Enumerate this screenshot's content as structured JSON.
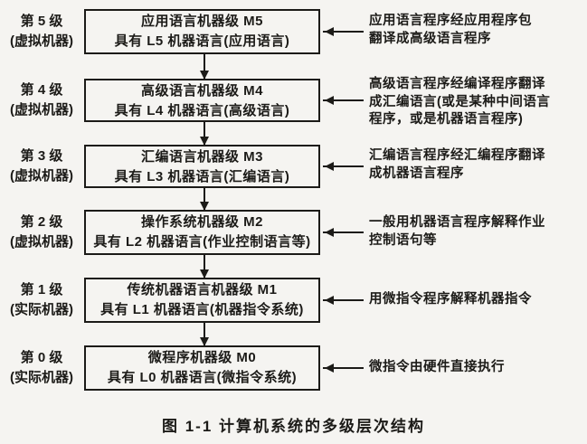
{
  "colors": {
    "ink": "#1c1b18",
    "paper": "#f5f4f1"
  },
  "caption": "图 1-1  计算机系统的多级层次结构",
  "levels": [
    {
      "level_label": "第 5 级",
      "machine_type": "(虚拟机器)",
      "box_title": "应用语言机器级 M5",
      "box_subtitle": "具有 L5 机器语言(应用语言)",
      "annotation": "应用语言程序经应用程序包\n翻译成高级语言程序"
    },
    {
      "level_label": "第 4 级",
      "machine_type": "(虚拟机器)",
      "box_title": "高级语言机器级 M4",
      "box_subtitle": "具有 L4 机器语言(高级语言)",
      "annotation": "高级语言程序经编译程序翻译\n成汇编语言(或是某种中间语言\n程序，或是机器语言程序)"
    },
    {
      "level_label": "第 3 级",
      "machine_type": "(虚拟机器)",
      "box_title": "汇编语言机器级 M3",
      "box_subtitle": "具有 L3 机器语言(汇编语言)",
      "annotation": "汇编语言程序经汇编程序翻译\n成机器语言程序"
    },
    {
      "level_label": "第 2 级",
      "machine_type": "(虚拟机器)",
      "box_title": "操作系统机器级 M2",
      "box_subtitle": "具有 L2 机器语言(作业控制语言等)",
      "annotation": "一般用机器语言程序解释作业\n控制语句等"
    },
    {
      "level_label": "第 1 级",
      "machine_type": "(实际机器)",
      "box_title": "传统机器语言机器级 M1",
      "box_subtitle": "具有 L1 机器语言(机器指令系统)",
      "annotation": "用微指令程序解释机器指令"
    },
    {
      "level_label": "第 0 级",
      "machine_type": "(实际机器)",
      "box_title": "微程序机器级 M0",
      "box_subtitle": "具有 L0 机器语言(微指令系统)",
      "annotation": "微指令由硬件直接执行"
    }
  ]
}
